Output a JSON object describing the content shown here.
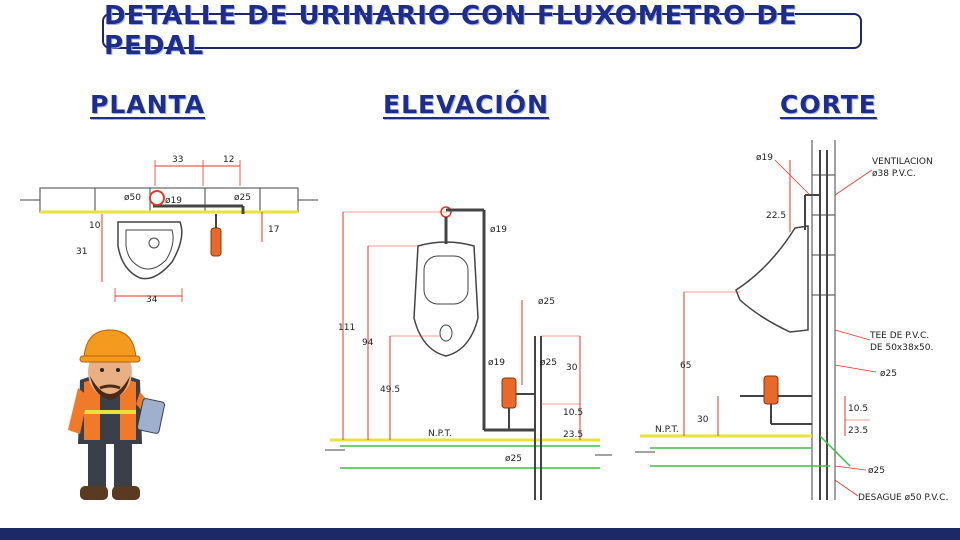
{
  "title": "DETALLE DE URINARIO CON FLUXOMETRO DE PEDAL",
  "sections": {
    "planta": "PLANTA",
    "elevacion": "ELEVACIÓN",
    "corte": "CORTE"
  },
  "planta": {
    "dims": [
      "33",
      "12",
      "ø50",
      "ø19",
      "ø25",
      "10",
      "31",
      "34",
      "17"
    ]
  },
  "elevacion": {
    "dims": [
      "ø19",
      "ø25",
      "111",
      "94",
      "49.5",
      "ø19",
      "ø25",
      "30",
      "10.5",
      "23.5",
      "ø25"
    ],
    "npt": "N.P.T."
  },
  "corte": {
    "dims": [
      "ø19",
      "22.5",
      "65",
      "30",
      "10.5",
      "23.5",
      "ø25",
      "ø25"
    ],
    "npt": "N.P.T.",
    "notes": {
      "ventilacion_1": "VENTILACION",
      "ventilacion_2": "ø38 P.V.C.",
      "tee_1": "TEE DE P.V.C.",
      "tee_2": "DE 50x38x50.",
      "desague": "DESAGUE ø50 P.V.C."
    }
  },
  "colors": {
    "title": "#1e2d8a",
    "dimension": "#e03a2b",
    "floor_green": "#39c43f",
    "floor_yellow": "#e8e23a",
    "valve": "#e86a2a",
    "bar": "#1b2a66"
  }
}
